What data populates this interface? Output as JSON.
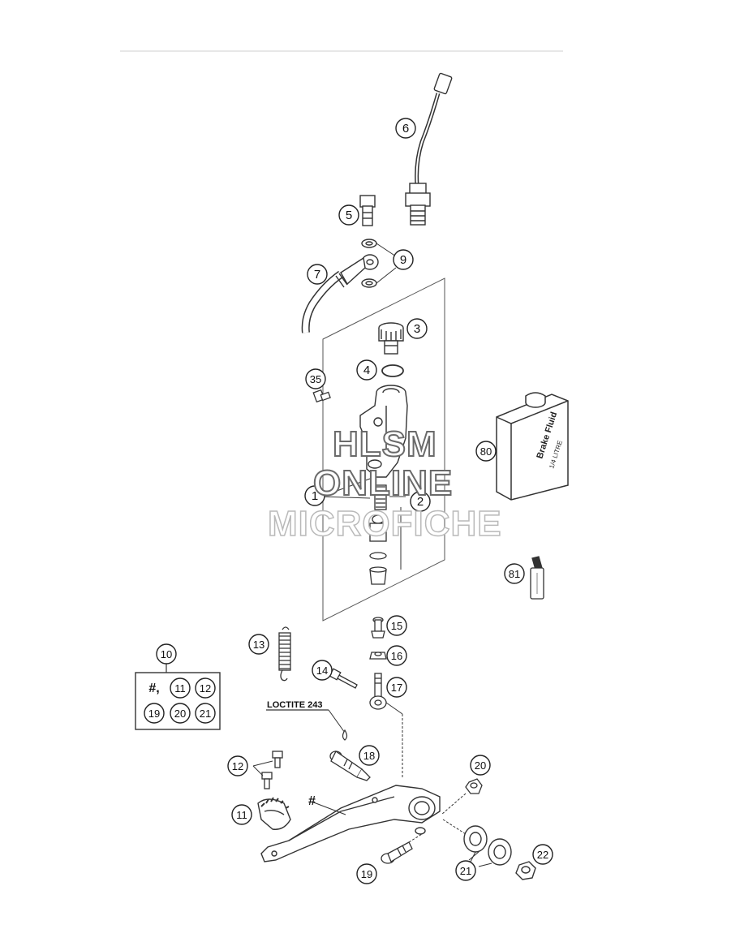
{
  "callouts": [
    {
      "id": "1",
      "label": "1"
    },
    {
      "id": "2",
      "label": "2"
    },
    {
      "id": "3",
      "label": "3"
    },
    {
      "id": "4",
      "label": "4"
    },
    {
      "id": "5",
      "label": "5"
    },
    {
      "id": "6",
      "label": "6"
    },
    {
      "id": "7",
      "label": "7"
    },
    {
      "id": "9",
      "label": "9"
    },
    {
      "id": "10",
      "label": "10"
    },
    {
      "id": "11",
      "label": "11"
    },
    {
      "id": "12",
      "label": "12"
    },
    {
      "id": "13",
      "label": "13"
    },
    {
      "id": "14",
      "label": "14"
    },
    {
      "id": "15",
      "label": "15"
    },
    {
      "id": "16",
      "label": "16"
    },
    {
      "id": "17",
      "label": "17"
    },
    {
      "id": "18",
      "label": "18"
    },
    {
      "id": "19",
      "label": "19"
    },
    {
      "id": "20",
      "label": "20"
    },
    {
      "id": "21",
      "label": "21"
    },
    {
      "id": "22",
      "label": "22"
    },
    {
      "id": "35",
      "label": "35"
    },
    {
      "id": "80",
      "label": "80"
    },
    {
      "id": "81",
      "label": "81"
    }
  ],
  "kit_box": {
    "row1": [
      "#,",
      "11",
      "12"
    ],
    "row2": [
      "19",
      "20",
      "21"
    ]
  },
  "hash_label": "#",
  "loctite_label": "LOCTITE 243",
  "bottle": {
    "line1": "Brake Fluid",
    "line2": "1/4 LITRE"
  },
  "watermark": {
    "line1": "HLSM",
    "line2": "ONLINE",
    "line3": "MICROFICHE"
  }
}
